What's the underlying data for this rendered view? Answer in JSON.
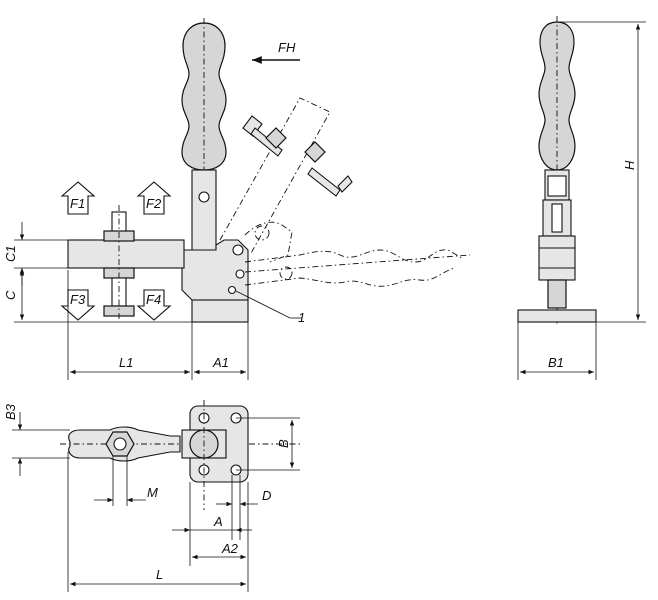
{
  "labels": {
    "fh": "FH",
    "f1": "F1",
    "f2": "F2",
    "f3": "F3",
    "f4": "F4",
    "c1": "C1",
    "c": "C",
    "l1": "L1",
    "a1": "A1",
    "one": "1",
    "h": "H",
    "b1": "B1",
    "b3": "B3",
    "b": "B",
    "m": "M",
    "d": "D",
    "a": "A",
    "a2": "A2",
    "l": "L"
  }
}
